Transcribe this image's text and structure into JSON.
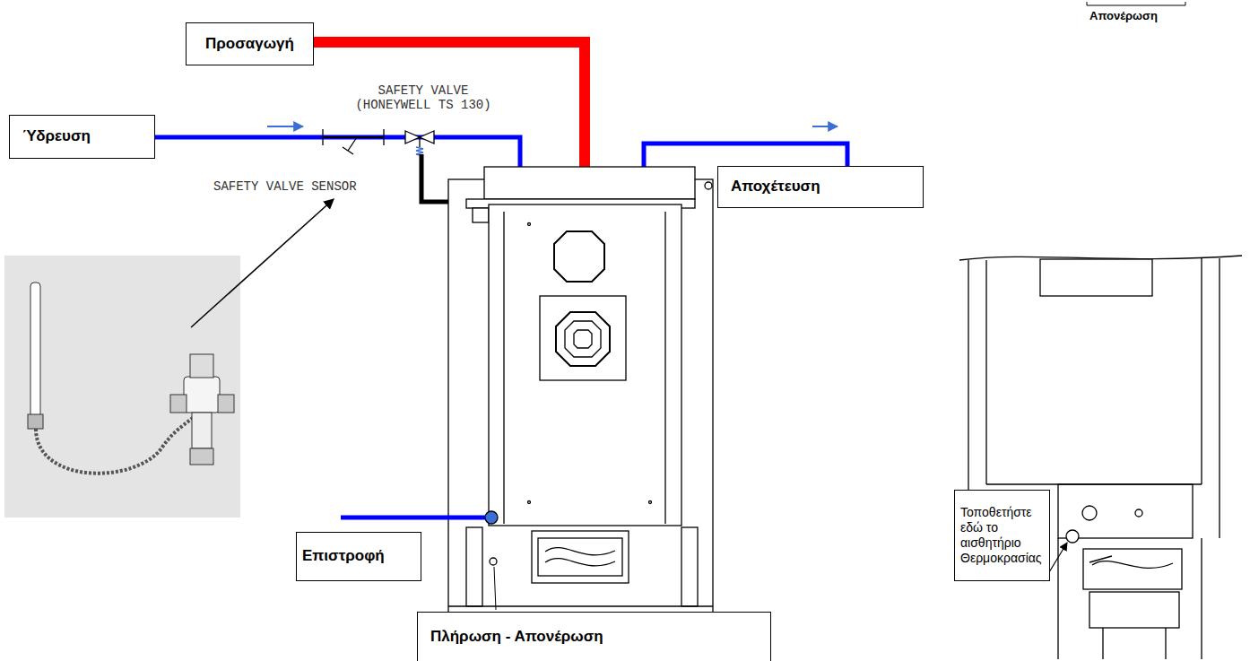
{
  "diagram": {
    "nodes": [
      {
        "text": [
          "Προσαγωγή"
        ]
      },
      {
        "text": [
          "Ύδρευση"
        ]
      },
      {
        "text": [
          "Αποχέτευση"
        ]
      },
      {
        "text": [
          "Τοποθετήστε εδώ το αισθητήριο Θερμοκρασίας"
        ]
      },
      {
        "text": [
          "Επιστροφή"
        ]
      },
      {
        "text": [
          "Πλήρωση - Απονέρωση"
        ]
      }
    ],
    "labels": [
      "Απονέρωση",
      "SAFETY VALVE (HONEYWELL TS 130)",
      "SAFETY VALVE SENSOR"
    ]
  }
}
